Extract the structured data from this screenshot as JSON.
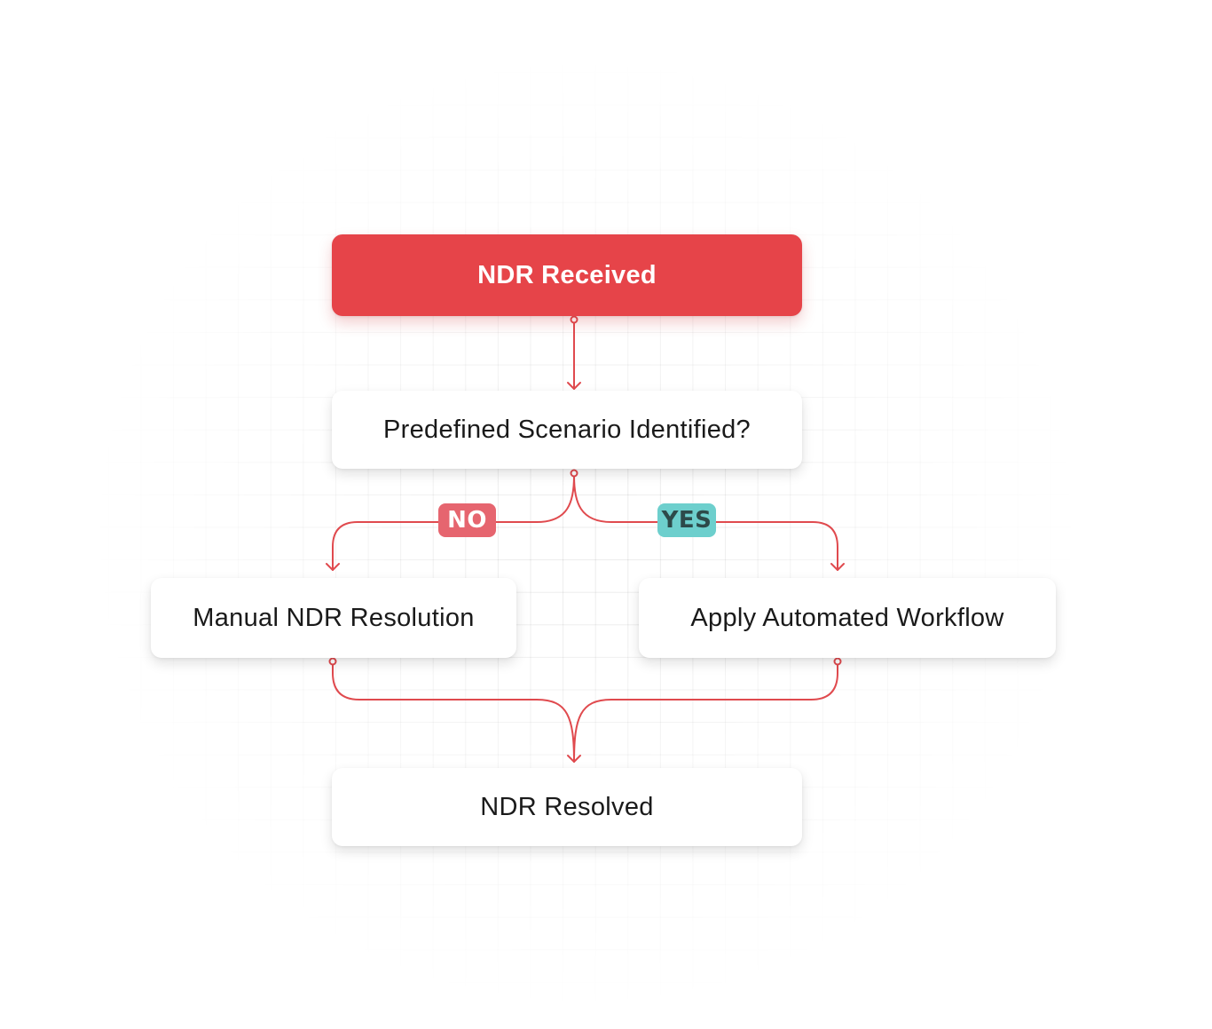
{
  "flowchart": {
    "start": {
      "label": "NDR Received"
    },
    "decision": {
      "label": "Predefined Scenario Identified?"
    },
    "branch_no": {
      "badge": "NO",
      "label": "Manual NDR Resolution"
    },
    "branch_yes": {
      "badge": "YES",
      "label": "Apply Automated Workflow"
    },
    "end": {
      "label": "NDR Resolved"
    }
  },
  "colors": {
    "accent": "#e64449",
    "connector": "#e04a4e",
    "no_badge": "#e6656f",
    "yes_badge": "#6dcfcd",
    "node_background": "#ffffff",
    "text": "#1a1a1a"
  },
  "edges": [
    {
      "from": "start",
      "to": "decision"
    },
    {
      "from": "decision",
      "to": "branch_no",
      "label": "NO"
    },
    {
      "from": "decision",
      "to": "branch_yes",
      "label": "YES"
    },
    {
      "from": "branch_no",
      "to": "end"
    },
    {
      "from": "branch_yes",
      "to": "end"
    }
  ]
}
